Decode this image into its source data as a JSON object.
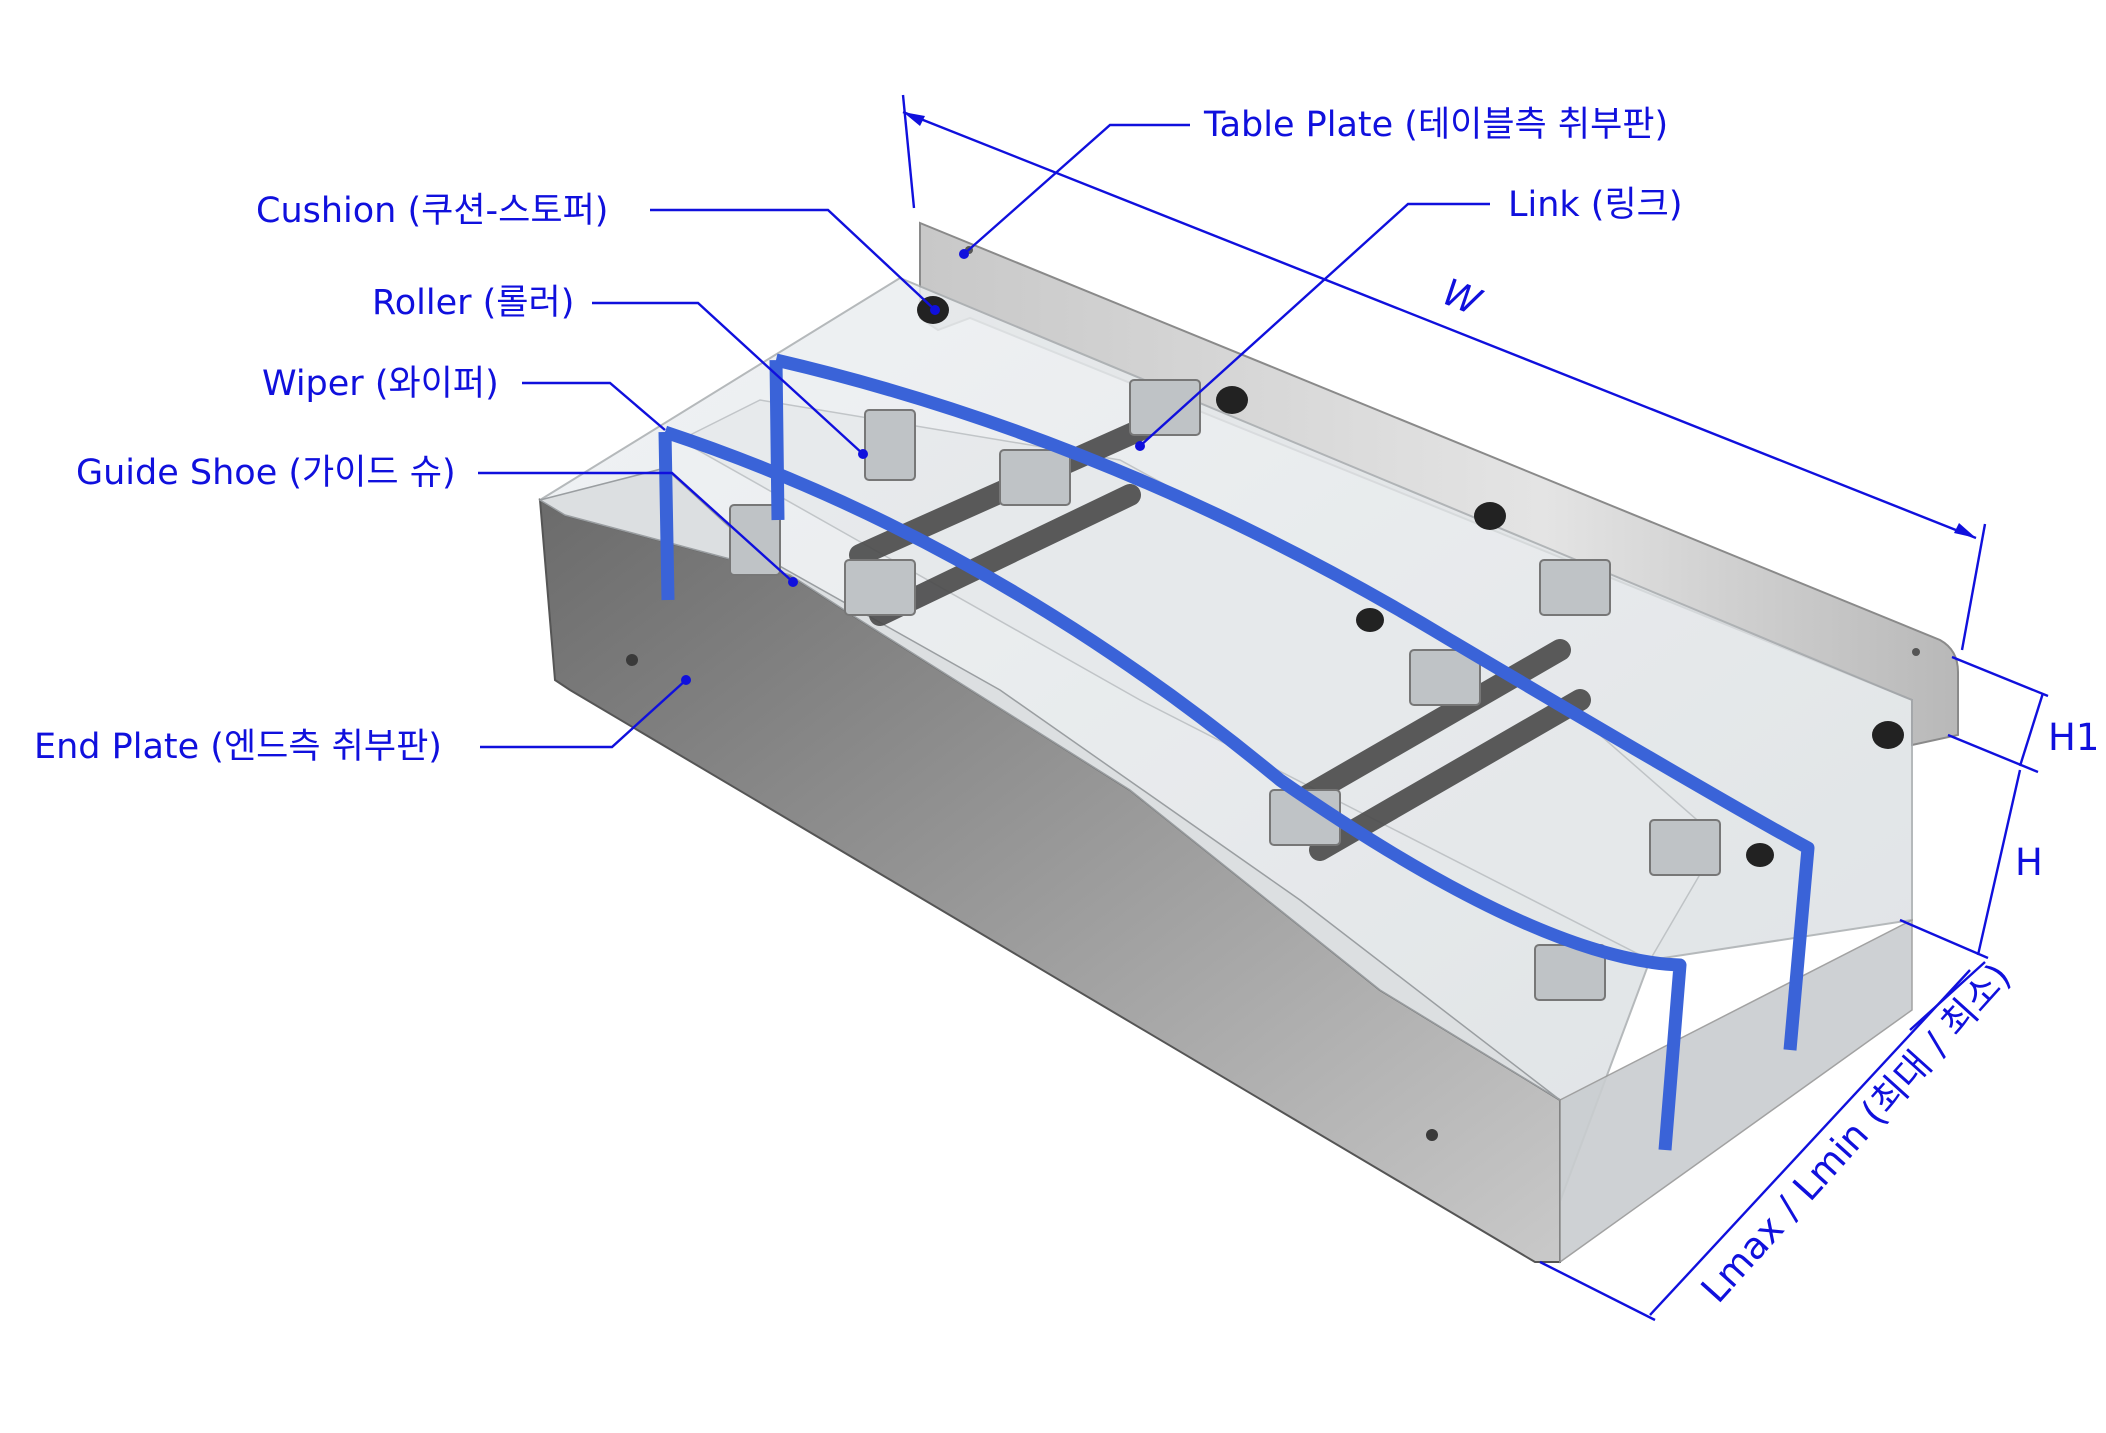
{
  "diagram": {
    "labels": {
      "table_plate": "Table Plate (테이블측 취부판)",
      "cushion": "Cushion (쿠션-스토퍼)",
      "link": "Link (링크)",
      "roller": "Roller (롤러)",
      "wiper": "Wiper (와이퍼)",
      "guide_shoe": "Guide Shoe (가이드 슈)",
      "end_plate": "End Plate (엔드측 취부판)"
    },
    "dimensions": {
      "width": "W",
      "h1": "H1",
      "h": "H",
      "length": "Lmax / Lmin (최대 / 최소)"
    }
  }
}
